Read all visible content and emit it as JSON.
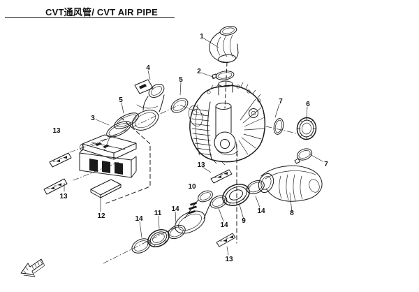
{
  "title": {
    "text": "CVT通风管/ CVT AIR PIPE"
  },
  "colors": {
    "ink": "#1a1a1a",
    "background": "#ffffff"
  },
  "callouts": [
    {
      "label": "1"
    },
    {
      "label": "2"
    },
    {
      "label": "3"
    },
    {
      "label": "4"
    },
    {
      "label": "5"
    },
    {
      "label": "5"
    },
    {
      "label": "6"
    },
    {
      "label": "7"
    },
    {
      "label": "7"
    },
    {
      "label": "8"
    },
    {
      "label": "9"
    },
    {
      "label": "10"
    },
    {
      "label": "11"
    },
    {
      "label": "12"
    },
    {
      "label": "13"
    },
    {
      "label": "13"
    },
    {
      "label": "13"
    },
    {
      "label": "13"
    },
    {
      "label": "14"
    },
    {
      "label": "14"
    },
    {
      "label": "14"
    },
    {
      "label": "14"
    }
  ],
  "icons": [
    {
      "name": "direction-indicator-icon"
    },
    {
      "name": "warning-sticker-arrow-icon"
    }
  ]
}
